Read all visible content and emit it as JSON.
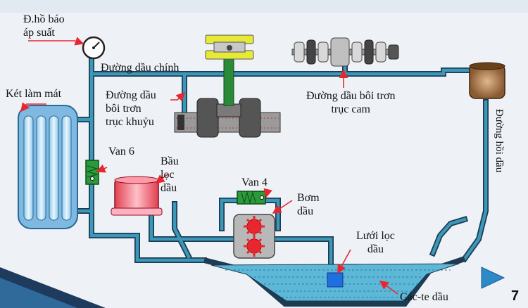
{
  "labels": {
    "pressure_gauge": "Đ.hồ báo\náp suất",
    "radiator": "Két làm mát",
    "main_oil_line": "Đường dầu chính",
    "crankshaft_oil_line": "Đường dầu\nbôi trơn\ntrục khuỷu",
    "camshaft_oil_line": "Đường dầu bôi trơn\ntrục cam",
    "return_oil_line": "Đường hồi dầu",
    "valve_6": "Van 6",
    "oil_filter": "Bầu\nlọc\ndầu",
    "valve_4": "Van 4",
    "oil_pump": "Bơm\ndầu",
    "strainer": "Lưới lọc\ndầu",
    "oil_sump": "Các-te dầu"
  },
  "page_number": "7",
  "colors": {
    "pipe": "#3b98b8",
    "pipe_outline": "#1d3b52",
    "oil": "#5db8d8",
    "arrow": "#e8262e",
    "background": "#eef2f7"
  }
}
